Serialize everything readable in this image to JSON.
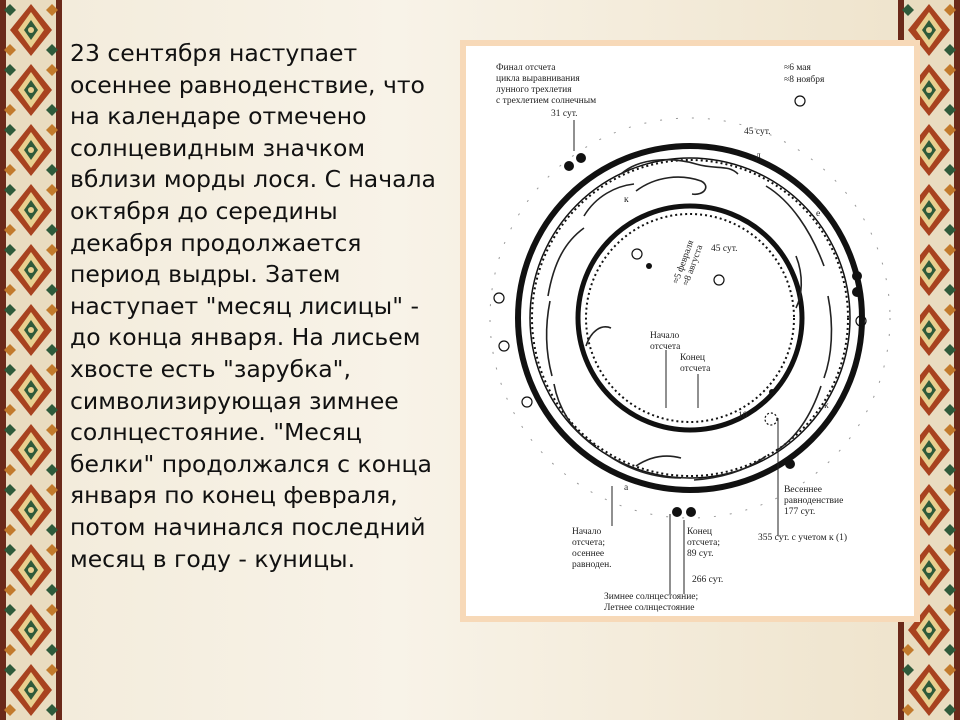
{
  "slide": {
    "body_text": "23 сентября наступает\nосеннее равноденствие, что\nна календаре отмечено\nсолнцевидным значком\nвблизи морды лося. С начала\nоктября до середины\nдекабря продолжается\nпериод выдры. Затем\nнаступает \"месяц лисицы\" -\nдо конца января. На лисьем\nхвосте есть \"зарубка\",\nсимволизирующая зимнее\nсолнцестояние. \"Месяц\nбелки\" продолжался с конца\nянваря по конец февраля,\nпотом начинался последний\nмесяц в году - куницы."
  },
  "figure": {
    "top_left_note": [
      "Финал отсчета",
      "цикла выравнивания",
      "лунного трехлетия",
      "с трехлетием солнечным",
      "31 сут."
    ],
    "top_right_note": [
      "≈6 мая",
      "≈8 ноября"
    ],
    "outer_45": "45 сут.",
    "inner_45": "45 сут.",
    "inner_center": [
      "≈5 февраля",
      "≈8 августа"
    ],
    "start_label": [
      "Начало",
      "отсчета"
    ],
    "end_label": [
      "Конец",
      "отсчета"
    ],
    "bottom_left_note": [
      "Начало",
      "отсчета;",
      "осеннее",
      "равноден."
    ],
    "bottom_center_note": [
      "Конец",
      "отсчета;",
      "89 сут."
    ],
    "days_266": "266 сут.",
    "solstice_note": [
      "Зимнее солнцестояние;",
      "Летнее солнцестояние"
    ],
    "right_note": [
      "Весеннее",
      "равноденствие",
      "177 сут."
    ],
    "bottom_right_note": "355 сут. с учетом к (1)",
    "letters": {
      "a": "а",
      "d": "д",
      "e": "е",
      "zh": "ж",
      "k": "к",
      "ten": "10"
    }
  }
}
